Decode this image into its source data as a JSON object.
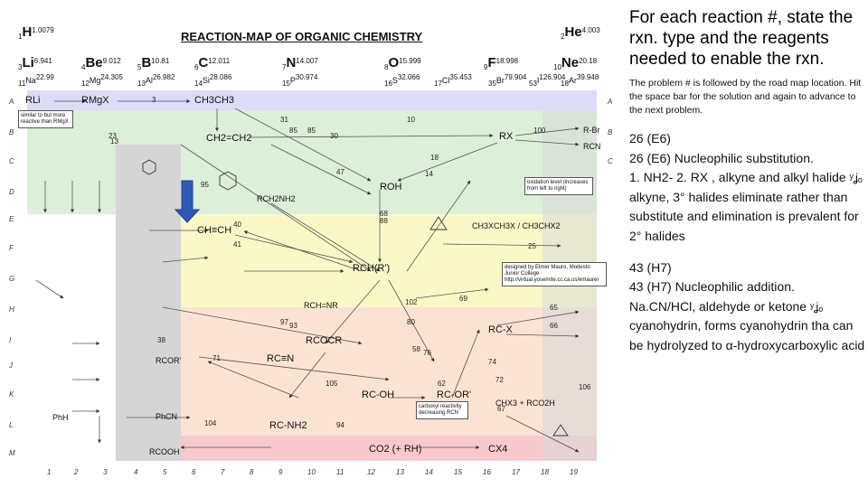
{
  "map": {
    "title": "REACTION-MAP OF ORGANIC CHEMISTRY",
    "elements": [
      {
        "z": "1",
        "sym": "H",
        "mass": "1.0079"
      },
      {
        "z": "2",
        "sym": "He",
        "mass": "4.003"
      },
      {
        "z": "3",
        "sym": "Li",
        "mass": "6.941"
      },
      {
        "z": "4",
        "sym": "Be",
        "mass": "9.012"
      },
      {
        "z": "5",
        "sym": "B",
        "mass": "10.81"
      },
      {
        "z": "6",
        "sym": "C",
        "mass": "12.011"
      },
      {
        "z": "7",
        "sym": "N",
        "mass": "14.007"
      },
      {
        "z": "8",
        "sym": "O",
        "mass": "15.999"
      },
      {
        "z": "9",
        "sym": "F",
        "mass": "18.998"
      },
      {
        "z": "10",
        "sym": "Ne",
        "mass": "20.18"
      },
      {
        "z": "11",
        "sym": "Na",
        "mass": "22.99"
      },
      {
        "z": "12",
        "sym": "Mg",
        "mass": "24.305"
      },
      {
        "z": "13",
        "sym": "Al",
        "mass": "26.982"
      },
      {
        "z": "14",
        "sym": "Si",
        "mass": "28.086"
      },
      {
        "z": "15",
        "sym": "P",
        "mass": "30.974"
      },
      {
        "z": "16",
        "sym": "S",
        "mass": "32.066"
      },
      {
        "z": "17",
        "sym": "Cl",
        "mass": "35.453"
      },
      {
        "z": "35",
        "sym": "Br",
        "mass": "79.904"
      },
      {
        "z": "53",
        "sym": "I",
        "mass": "126.904"
      },
      {
        "z": "18",
        "sym": "Ar",
        "mass": "39.948"
      }
    ],
    "row_labels": [
      "A",
      "B",
      "C",
      "D",
      "E",
      "F",
      "G",
      "H",
      "I",
      "J",
      "K",
      "L",
      "M"
    ],
    "col_labels": [
      "1",
      "2",
      "3",
      "4",
      "5",
      "6",
      "7",
      "8",
      "9",
      "10",
      "11",
      "12",
      "13",
      "14",
      "15",
      "16",
      "17",
      "18",
      "19"
    ],
    "nodes": [
      {
        "id": "rli",
        "text": "RLi"
      },
      {
        "id": "rmgx",
        "text": "RMgX"
      },
      {
        "id": "ch3ch3",
        "text": "CH3CH3"
      },
      {
        "id": "ch2ch2",
        "text": "CH2=CH2"
      },
      {
        "id": "rx",
        "text": "RX"
      },
      {
        "id": "roh",
        "text": "ROH"
      },
      {
        "id": "chch",
        "text": "CH≡CH"
      },
      {
        "id": "rchr",
        "text": "RCH(R')"
      },
      {
        "id": "rcocr",
        "text": "RCOCR"
      },
      {
        "id": "rcoh",
        "text": "RC-OH"
      },
      {
        "id": "rcor",
        "text": "RC-OR'"
      },
      {
        "id": "rcnh2",
        "text": "RC-NH2"
      },
      {
        "id": "rcn",
        "text": "RC≡N"
      },
      {
        "id": "rcx",
        "text": "RC-X"
      },
      {
        "id": "co2",
        "text": "CO2 (+ RH)"
      },
      {
        "id": "cx4",
        "text": "CX4"
      },
      {
        "id": "rcooh",
        "text": "RCOOH"
      },
      {
        "id": "phh",
        "text": "PhH"
      },
      {
        "id": "phcn",
        "text": "PhCN"
      },
      {
        "id": "rcor2",
        "text": "RCOR'"
      },
      {
        "id": "rch2nh2",
        "text": "RCH2NH2"
      },
      {
        "id": "rch2nr",
        "text": "RCH=NR"
      },
      {
        "id": "ch3x",
        "text": "CH3XCH3X / CH3CHX2"
      },
      {
        "id": "rcn2",
        "text": "RCN"
      },
      {
        "id": "rbr",
        "text": "R-Br"
      },
      {
        "id": "chx3",
        "text": "CHX3 + RCO2H"
      }
    ],
    "numbers": [
      "3",
      "10",
      "13",
      "30",
      "31",
      "85",
      "95",
      "71",
      "47",
      "18",
      "14",
      "23",
      "25",
      "38",
      "40",
      "41",
      "58",
      "62",
      "65",
      "66",
      "67",
      "68",
      "69",
      "72",
      "74",
      "76",
      "80",
      "85",
      "88",
      "93",
      "94",
      "97",
      "100",
      "102",
      "104",
      "105",
      "106"
    ],
    "oxidation_note": "oxidation level (increases from left to right)",
    "credit_note": "designed by Elmer Mauro, Modesto Junior College · http://virtual.yosemite.cc.ca.us/emaurer",
    "similar_note": "similar to but more reactive than RMgX",
    "carboxyl_note": "carboxyl reactivity decreasing RCN"
  },
  "panel": {
    "heading": "For each reaction #, state the rxn. type and the reagents needed to enable the rxn.",
    "instructions": "The problem # is followed by the road map location. Hit the space bar for the solution and again to advance to the next problem.",
    "problems": [
      {
        "title": "26 (E6)",
        "lines": [
          "26 (E6) Nucleophilic substitution.",
          "1. NH2- 2. RX , alkyne and alkyl halide ",
          " alkyne, 3° halides eliminate rather than substitute and elimination is prevalent for 2° halides"
        ],
        "glyph": "ʸʝₒ"
      },
      {
        "title": "43 (H7)",
        "lines": [
          "43 (H7) Nucleophilic addition.",
          "Na.CN/HCl, aldehyde or ketone ",
          " cyanohydrin, forms cyanohydrin tha can be hydrolyzed to α-hydroxycarboxylic acid"
        ],
        "glyph": "ʸʝₒ"
      }
    ]
  },
  "colors": {
    "band_blue": "#dcdcf8",
    "band_green": "#dcefd8",
    "band_yellow": "#fbf8c8",
    "band_orange": "#fbe3d3",
    "band_pink": "#f8c9cc",
    "grey_column": "#d5d5d5",
    "arrow_blue": "#2f59b5"
  }
}
